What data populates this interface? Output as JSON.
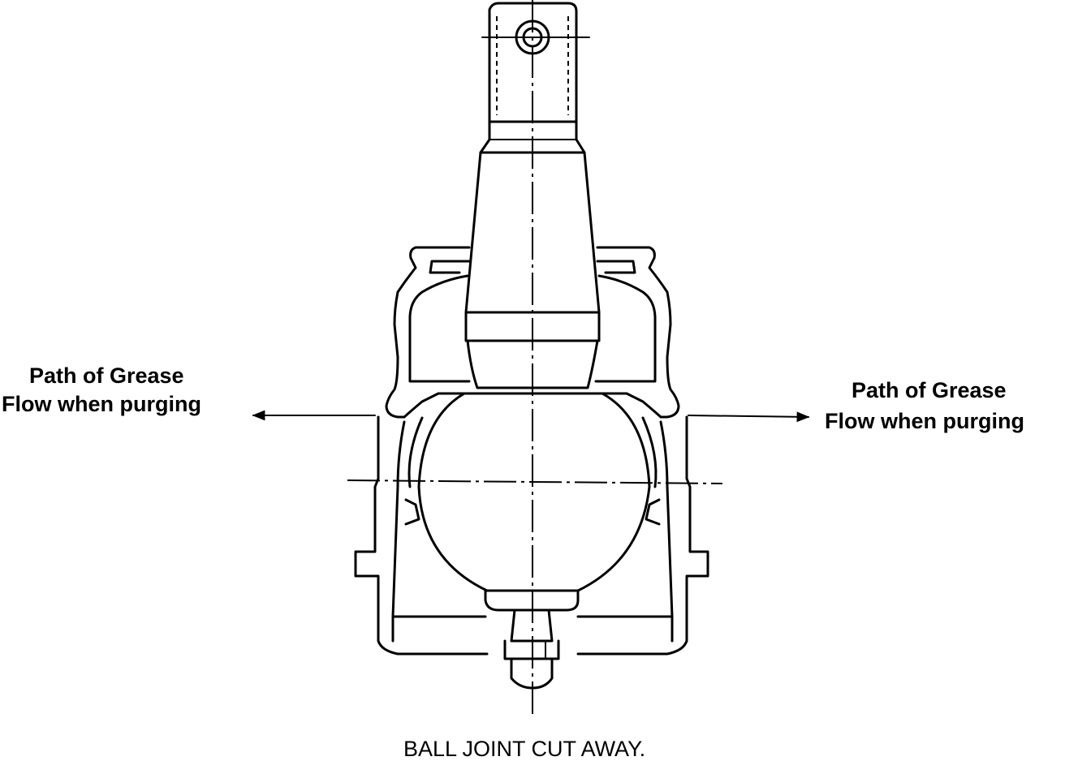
{
  "labels": {
    "left_line1": "Path of Grease",
    "left_line2": "Flow when purging",
    "right_line1": "Path of Grease",
    "right_line2": "Flow when purging"
  },
  "caption": "BALL JOINT CUT AWAY.",
  "colors": {
    "ink": "#000000",
    "paper": "#ffffff"
  }
}
